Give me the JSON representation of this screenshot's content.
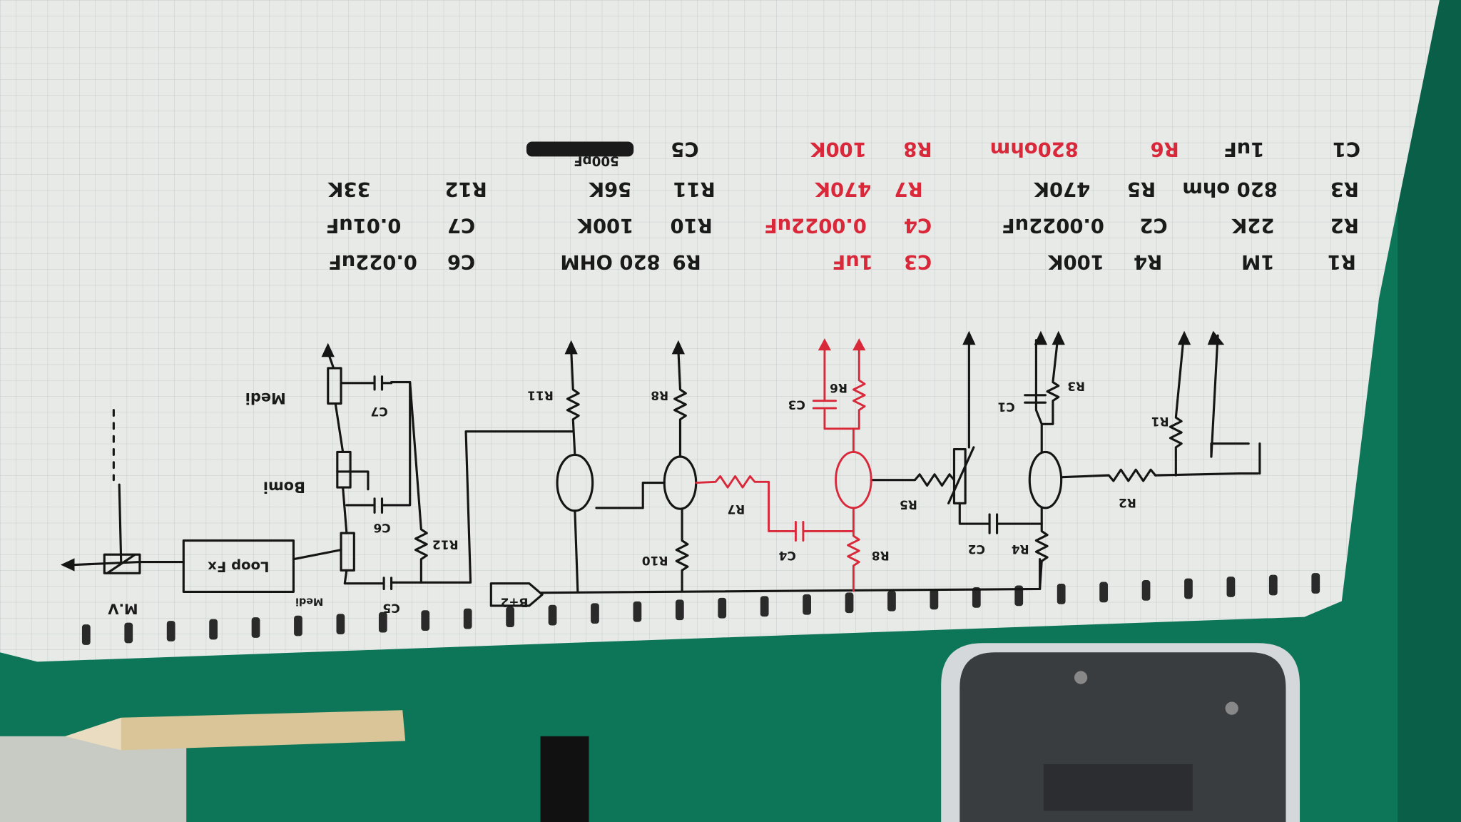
{
  "notes": {
    "row1": [
      "R1",
      "1M",
      "R4",
      "100K",
      "C3",
      "1uF",
      "R9",
      "820 OHM",
      "C6",
      "0.022uF"
    ],
    "row2": [
      "R2",
      "22K",
      "C2",
      "0.0022uF",
      "C4",
      "0.0022uF",
      "R10",
      "100K",
      "C7",
      "0.01uF"
    ],
    "row3": [
      "R3",
      "820 ohm",
      "R5",
      "470K",
      "R7",
      "470K",
      "R11",
      "56K",
      "R12",
      "33K"
    ],
    "row4": [
      "C1",
      "1uF",
      "R6",
      "820ohm",
      "R8",
      "100K",
      "C5",
      "500pF"
    ]
  },
  "schematic": {
    "labels": {
      "r1": "R1",
      "r2": "R2",
      "r3": "R3",
      "c1": "C1",
      "r4": "R4",
      "c2": "C2",
      "r5": "R5",
      "r6": "R6",
      "c3": "C3",
      "r7": "R7",
      "c4": "C4",
      "r8": "R8",
      "r8b": "R8",
      "r10": "R10",
      "r11": "R11",
      "r12": "R12",
      "c6": "C6",
      "c7": "C7",
      "c5": "C5",
      "loop": "Loop Fx",
      "mv": "M.V",
      "bomi": "Bomi",
      "medi": "Medi",
      "medi2": "Medi",
      "bplus": "B+2"
    }
  },
  "colors": {
    "ink": "#151515",
    "red_ink": "#d8283a",
    "desk": "#0d7658",
    "paper": "#e8eae7"
  }
}
